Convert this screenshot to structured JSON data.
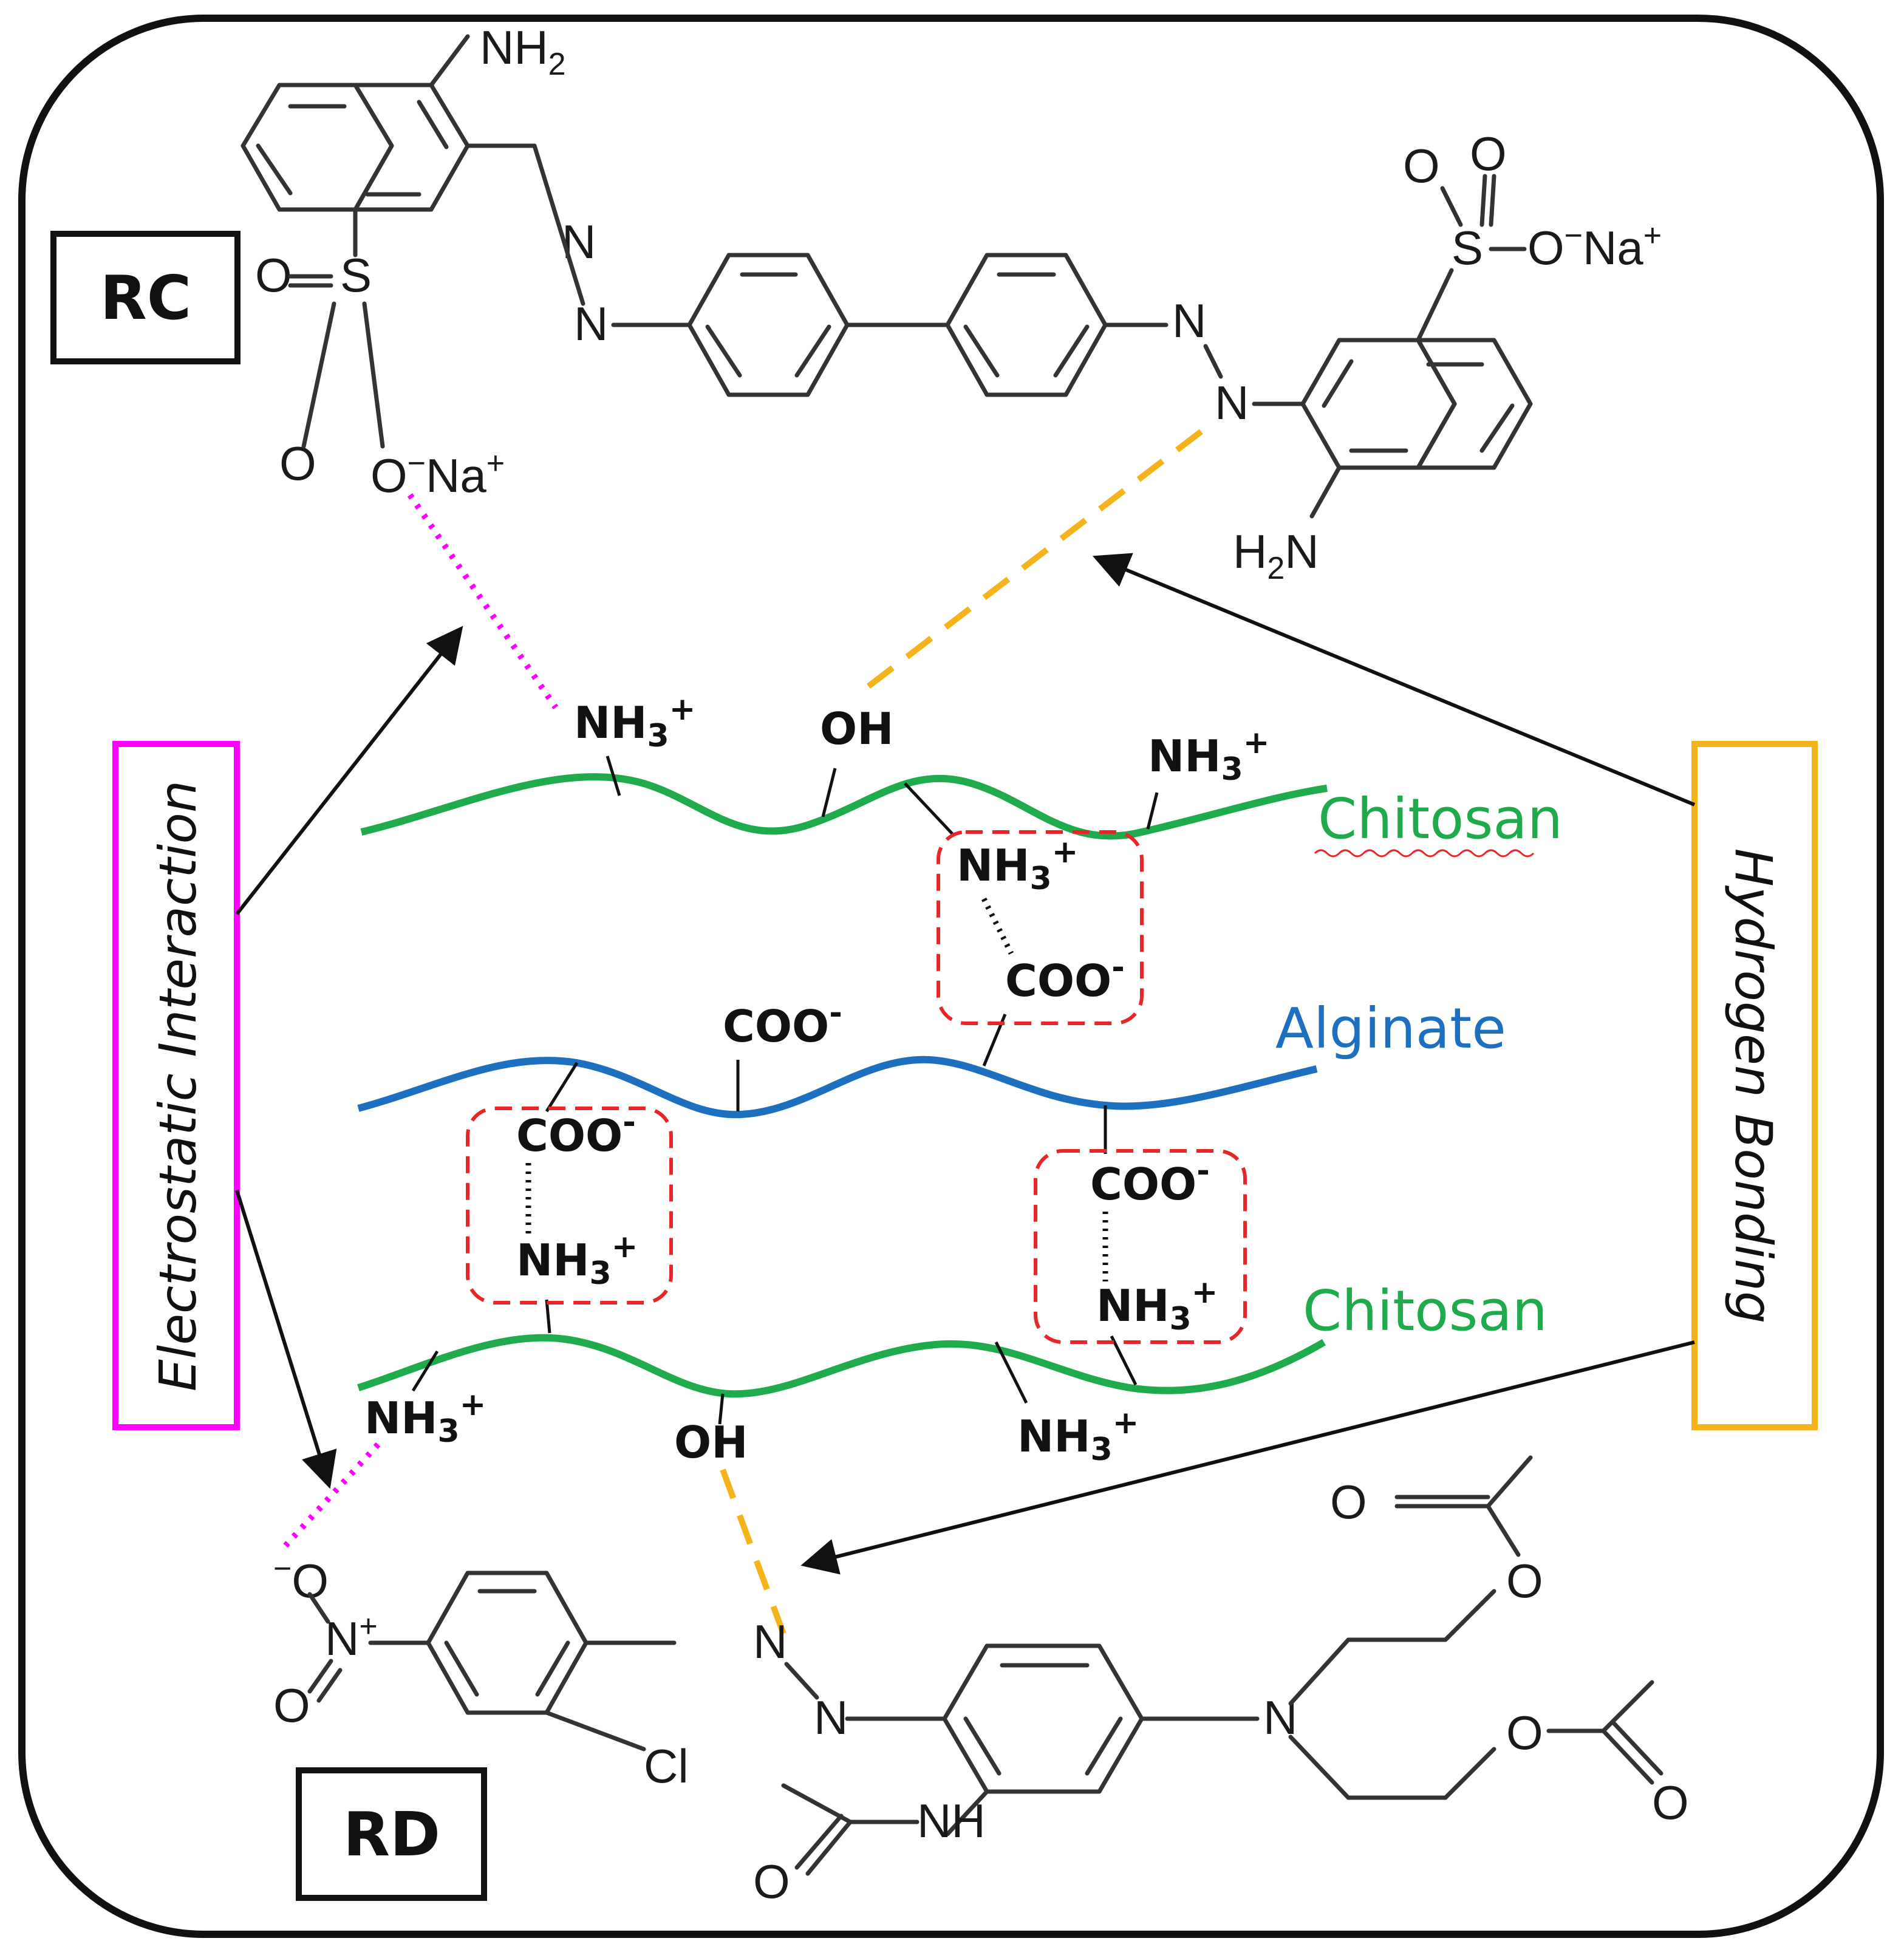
{
  "labels": {
    "rc": "RC",
    "rd": "RD",
    "electrostatic": "Electrostatic Interaction",
    "hydrogen": "Hydrogen Bonding",
    "chitosan_top": "Chitosan",
    "alginate": "Alginate",
    "chitosan_bottom": "Chitosan"
  },
  "rc_molecule": {
    "nh2_top": "NH",
    "nh2_top_sub": "2",
    "h2n_bottom_h": "H",
    "h2n_bottom_sub": "2",
    "h2n_bottom_n": "N",
    "azo_n": "N",
    "sulfonate_o": "O",
    "sulfonate_s": "S",
    "o_minus": "O",
    "minus": "−",
    "na": "Na",
    "plus": "+"
  },
  "rd_molecule": {
    "o_minus": "O",
    "minus": "−",
    "n_plus": "N",
    "plus": "+",
    "o": "O",
    "azo_n": "N",
    "cl": "Cl",
    "nh": "NH",
    "amine_n": "N"
  },
  "groups": {
    "nh3": "NH",
    "nh3_sub": "3",
    "nh3_sup": "+",
    "oh": "OH",
    "coo": "COO",
    "coo_sup": "-"
  },
  "colors": {
    "chitosan": "#1faa4b",
    "alginate": "#1d6fbf",
    "electrostatic": "#ff00ff",
    "hydrogen": "#f5b41b",
    "interaction_box": "#e8262a",
    "frame": "#111111"
  }
}
